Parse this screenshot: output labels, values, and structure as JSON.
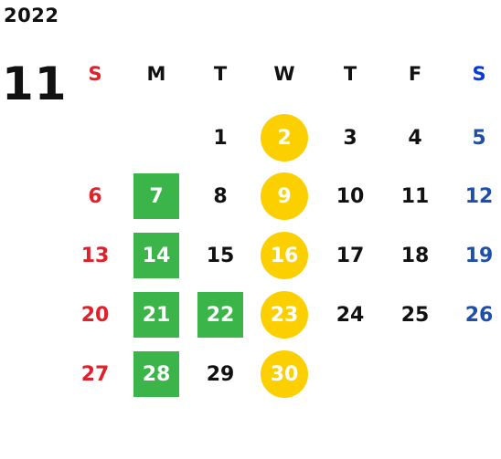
{
  "calendar": {
    "year": "2022",
    "month": "11",
    "weekdays": [
      "S",
      "M",
      "T",
      "W",
      "T",
      "F",
      "S"
    ],
    "weeks": [
      [
        "",
        "",
        "1",
        "2",
        "3",
        "4",
        "5"
      ],
      [
        "6",
        "7",
        "8",
        "9",
        "10",
        "11",
        "12"
      ],
      [
        "13",
        "14",
        "15",
        "16",
        "17",
        "18",
        "19"
      ],
      [
        "20",
        "21",
        "22",
        "23",
        "24",
        "25",
        "26"
      ],
      [
        "27",
        "28",
        "29",
        "30",
        "",
        "",
        ""
      ]
    ],
    "green_box_days": [
      "7",
      "14",
      "21",
      "22",
      "28"
    ],
    "yellow_circle_days": [
      "2",
      "9",
      "16",
      "23",
      "30"
    ]
  },
  "colors": {
    "sunday": "#e0202a",
    "saturday_header": "#0b3bd6",
    "saturday": "#1f4fa8",
    "text": "#111111",
    "highlight_green": "#3bb54a",
    "highlight_yellow": "#fcd000"
  }
}
